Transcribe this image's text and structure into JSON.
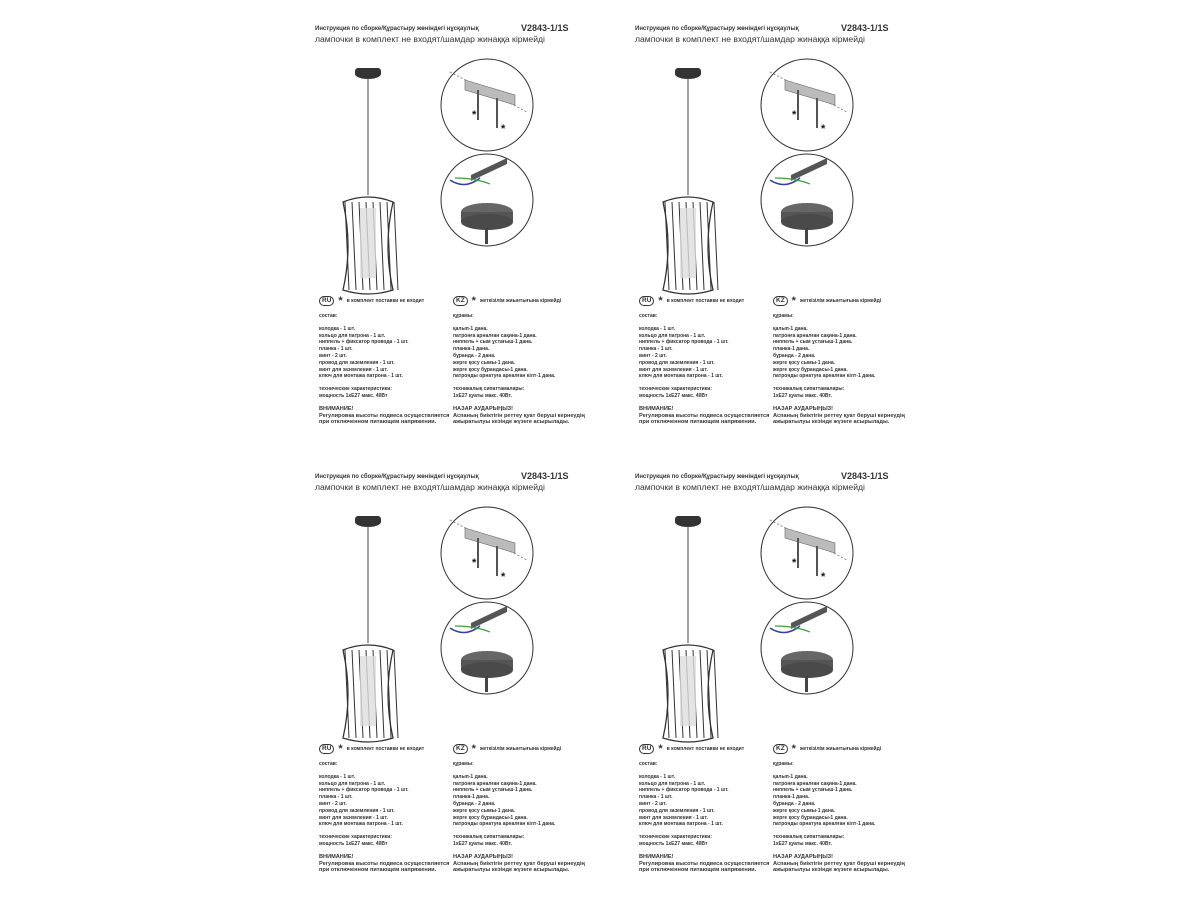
{
  "instruction": {
    "title": "Инструкция по сборке/Құрастыру жөніндегі нұсқаулық",
    "model": "V2843-1/1S",
    "subtitle": "лампочки в комплект не входят/шамдар жинаққа кірмейді",
    "asterisk_mark": "*",
    "ru": {
      "badge": "RU",
      "note": "в комплект поставки не входит",
      "contents_heading": "состав:",
      "items": [
        "колодка - 1 шт.",
        "кольцо для патрона - 1 шт.",
        "ниппель + фиксатор провода - 1 шт.",
        "планка - 1 шт.",
        "винт - 2 шт.",
        "провод для заземления - 1 шт.",
        "винт для заземления - 1 шт.",
        "ключ для монтажа патрона - 1 шт."
      ],
      "specs_heading": "технические характеристики:",
      "specs": "мощность 1xE27 макс. 40Вт",
      "warning_heading": "ВНИМАНИЕ!",
      "warning_lines": [
        "Регулировка высоты подвеса осуществляется",
        "при отключенном питающем напряжении."
      ]
    },
    "kz": {
      "badge": "KZ",
      "note": "жеткізілім жиынтығына кірмейді",
      "contents_heading": "құрамы:",
      "items": [
        "қалып-1 дана.",
        "патронға арналған сақина-1 дана.",
        "ниппель + сым ұстағыш-1 дана.",
        "планка-1 дана.",
        "бұранда - 2 дана.",
        "жерге қосу сымы-1 дана.",
        "жерге қосу бұрандасы-1 дана.",
        "патронды орнатуға арналған кілт-1 дана."
      ],
      "specs_heading": "техникалық сипаттамалары:",
      "specs": "1xE27 қуаты макс. 40Вт.",
      "warning_heading": "НАЗАР АУДАРЫҢЫЗ!",
      "warning_lines": [
        "Аспаның биіктігін реттеу қуат беруші кернеудің",
        "ажыратылуы кезінде жүзеге асырылады."
      ]
    }
  }
}
